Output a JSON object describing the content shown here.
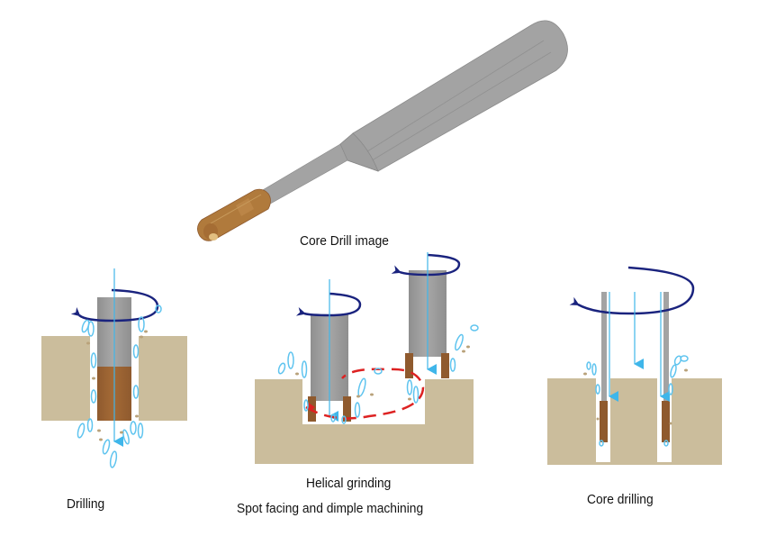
{
  "title": "Core Drill image",
  "colors": {
    "tool_gray": "#a3a3a3",
    "tool_gray_dark": "#8e8e8e",
    "tip_copper": "#b07a3c",
    "tip_copper_dark": "#8f5a2e",
    "workpiece": "#cbbd9c",
    "rotation_arrow": "#1a237e",
    "feed_arrow": "#3fb6ea",
    "coolant": "#5fc4ef",
    "chips": "#b9a27a",
    "path_red": "#dd2222"
  },
  "figures": [
    {
      "id": "drilling",
      "caption_lines": [
        "Drilling"
      ]
    },
    {
      "id": "helical",
      "caption_lines": [
        "Helical grinding",
        "Spot facing and dimple machining"
      ]
    },
    {
      "id": "core-drilling",
      "caption_lines": [
        "Core drilling"
      ]
    }
  ]
}
